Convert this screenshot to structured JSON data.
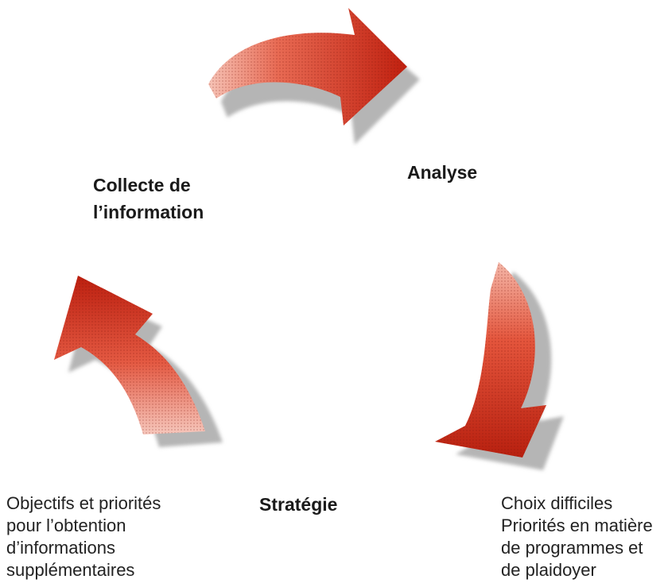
{
  "diagram": {
    "stages": {
      "analyse": "Analyse",
      "collecte": [
        "Collecte de",
        "l’information"
      ],
      "strategie": "Stratégie"
    },
    "notes": {
      "left": [
        "Objectifs et priorités",
        "pour l’obtention",
        "d’informations",
        "supplémentaires"
      ],
      "right": [
        "Choix difficiles",
        "Priorités en matière",
        "de programmes et",
        "de plaidoyer"
      ]
    }
  },
  "colors": {
    "arrow_light": "#f4b2a3",
    "arrow_mid": "#e2452f",
    "arrow_dark": "#b2190d",
    "shadow": "#a8a8a8",
    "text": "#1a1a1a"
  },
  "icons": {
    "top": "curved-arrow-right-icon",
    "right": "curved-arrow-down-icon",
    "left": "curved-arrow-up-icon"
  }
}
